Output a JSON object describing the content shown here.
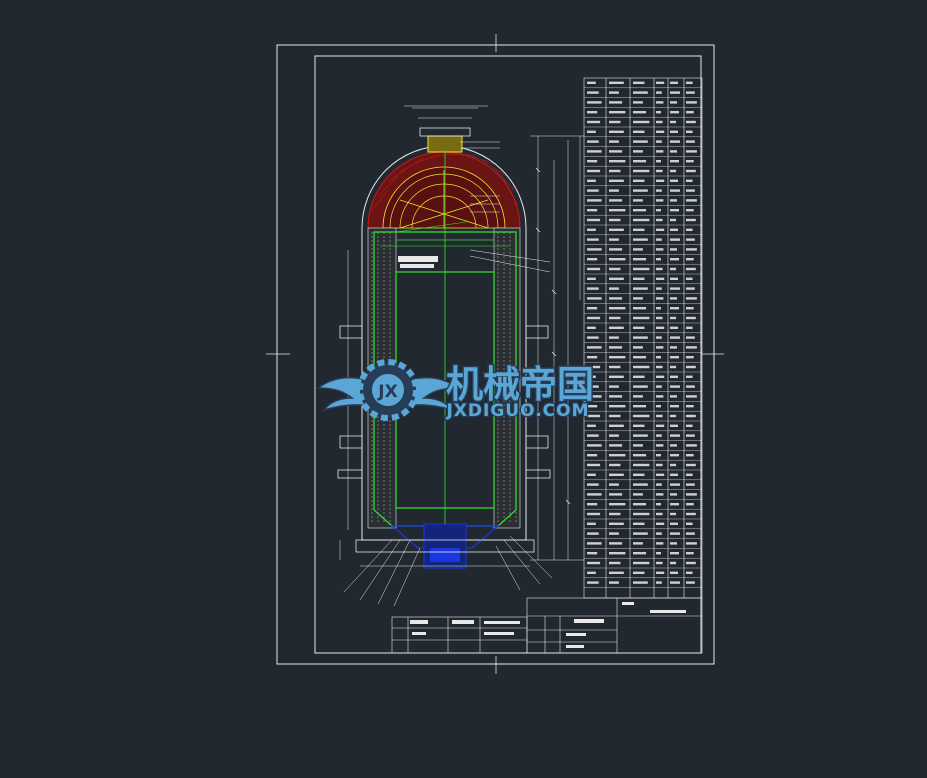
{
  "colors": {
    "background": "#212830",
    "line": "#e8e8e8",
    "green": "#2ee62e",
    "red": "#d01818",
    "yellow": "#e8e830",
    "blue": "#1a36e0",
    "cyan": "#30c8e8",
    "watermark_blue": "#5aa6d6",
    "watermark_dark": "#263d55"
  },
  "watermark": {
    "name": "机械帝国",
    "url": "JXDIGUO.COM",
    "emblem": "JX"
  }
}
